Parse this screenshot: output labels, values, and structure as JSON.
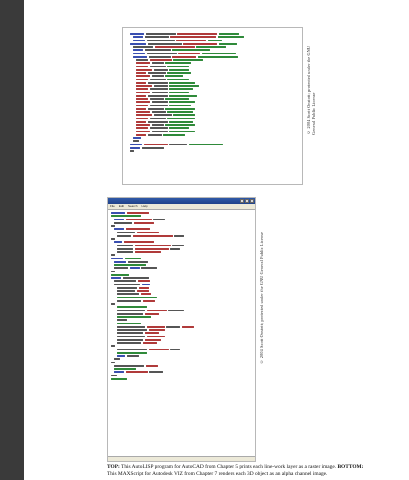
{
  "top_credit": {
    "line1": "© 2004 Scott Onstott; protected under the GNU",
    "line2": "General Public License"
  },
  "bottom_credit": {
    "line1": "© 2004 Scott Onstott; protected under the GNU General Public License"
  },
  "bottom_window": {
    "menu": [
      "File",
      "Edit",
      "Search",
      "Help"
    ]
  },
  "caption": {
    "top_label": "TOP:",
    "top_text": " This AutoLISP program for AutoCAD from Chapter 5 prints each line-work layer as a raster image. ",
    "bottom_label": "BOTTOM:",
    "bottom_text": " This MAXScript for Autodesk VIZ from Chapter 7 renders each 3D object as an alpha channel image."
  }
}
